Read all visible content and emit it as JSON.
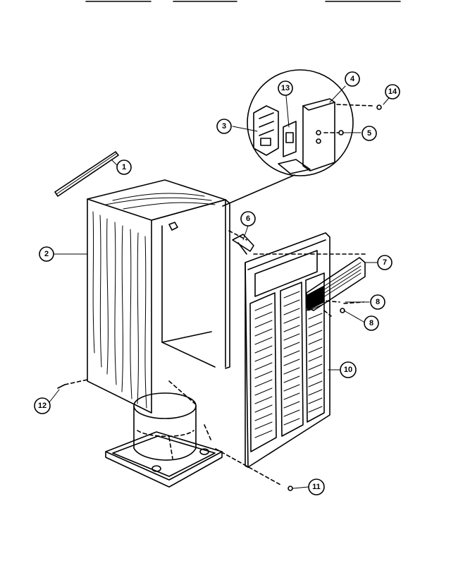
{
  "callouts": [
    {
      "id": "1",
      "label": "1"
    },
    {
      "id": "2",
      "label": "2"
    },
    {
      "id": "3",
      "label": "3"
    },
    {
      "id": "4",
      "label": "4"
    },
    {
      "id": "5",
      "label": "5"
    },
    {
      "id": "6",
      "label": "6"
    },
    {
      "id": "7",
      "label": "7"
    },
    {
      "id": "8a",
      "label": "8"
    },
    {
      "id": "8b",
      "label": "8"
    },
    {
      "id": "10",
      "label": "10"
    },
    {
      "id": "11",
      "label": "11"
    },
    {
      "id": "12",
      "label": "12"
    },
    {
      "id": "13",
      "label": "13"
    },
    {
      "id": "14",
      "label": "14"
    }
  ]
}
